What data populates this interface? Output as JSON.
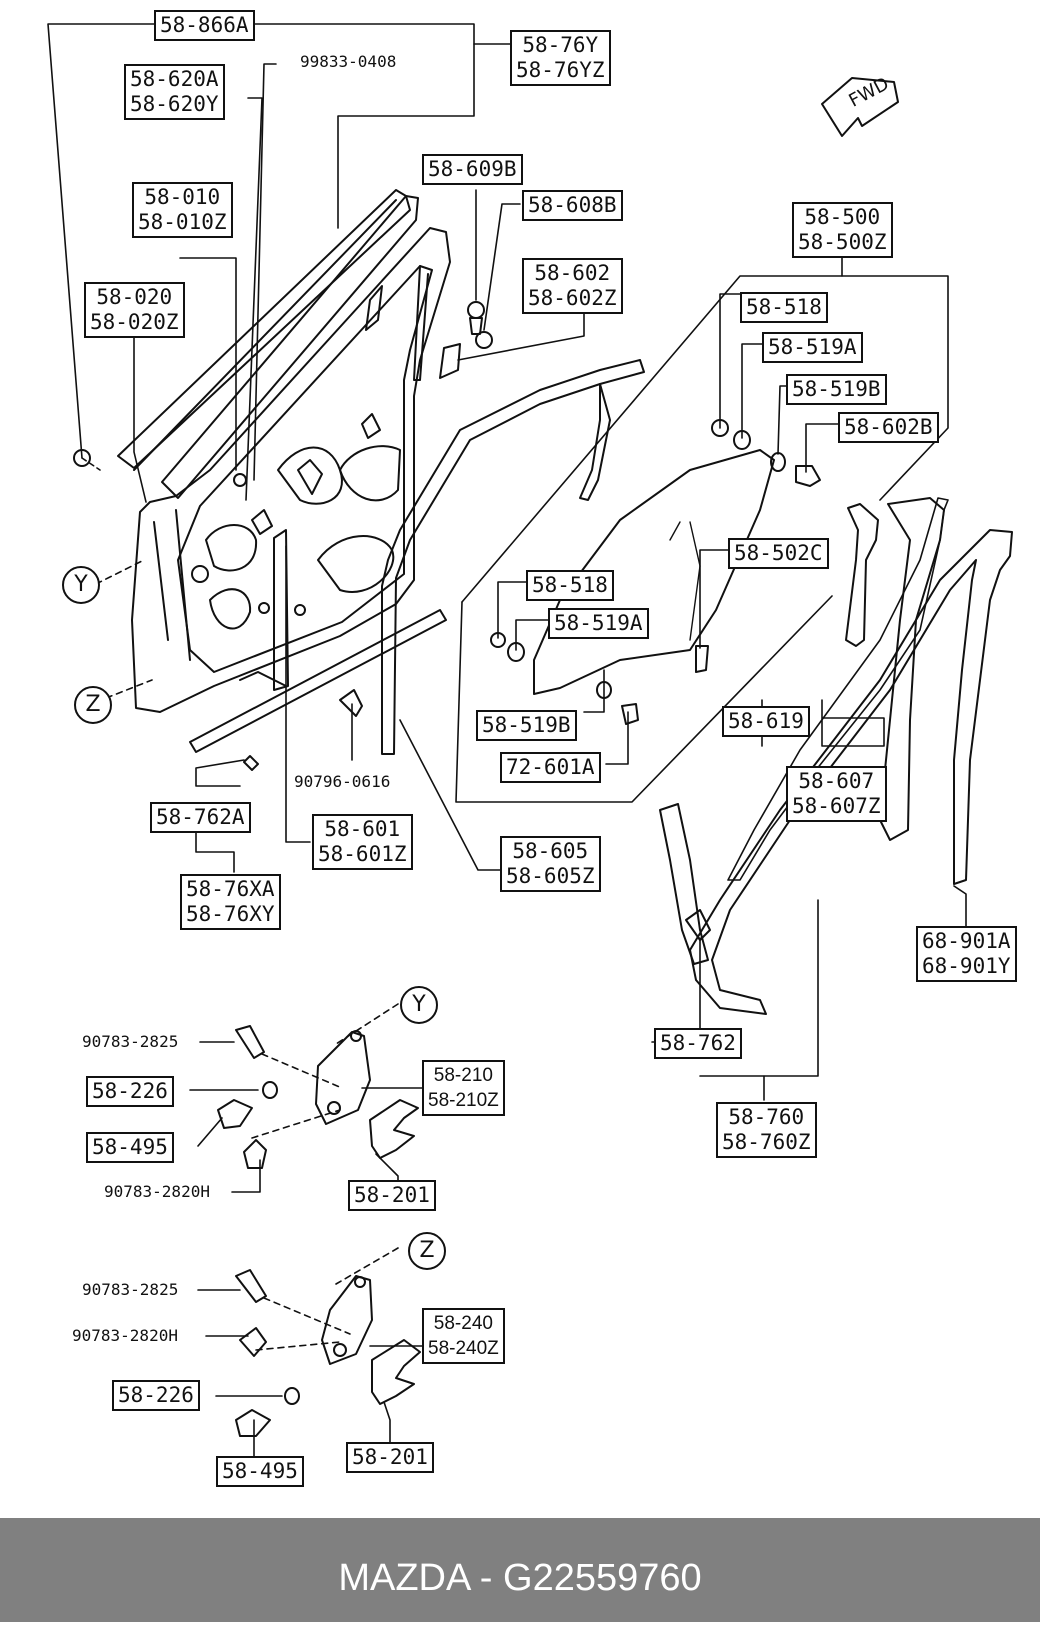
{
  "labels": [
    {
      "id": "58-866a",
      "lines": [
        "58-866A"
      ]
    },
    {
      "id": "58-76y",
      "lines": [
        "58-76Y",
        "58-76YZ"
      ]
    },
    {
      "id": "58-620a",
      "lines": [
        "58-620A",
        "58-620Y"
      ]
    },
    {
      "id": "58-010",
      "lines": [
        "58-010",
        "58-010Z"
      ]
    },
    {
      "id": "58-020",
      "lines": [
        "58-020",
        "58-020Z"
      ]
    },
    {
      "id": "58-609b",
      "lines": [
        "58-609B"
      ]
    },
    {
      "id": "58-608b",
      "lines": [
        "58-608B"
      ]
    },
    {
      "id": "58-602",
      "lines": [
        "58-602",
        "58-602Z"
      ]
    },
    {
      "id": "58-500",
      "lines": [
        "58-500",
        "58-500Z"
      ]
    },
    {
      "id": "58-518-top",
      "lines": [
        "58-518"
      ]
    },
    {
      "id": "58-519a-top",
      "lines": [
        "58-519A"
      ]
    },
    {
      "id": "58-519b-top",
      "lines": [
        "58-519B"
      ]
    },
    {
      "id": "58-602b",
      "lines": [
        "58-602B"
      ]
    },
    {
      "id": "58-502c",
      "lines": [
        "58-502C"
      ]
    },
    {
      "id": "58-518-mid",
      "lines": [
        "58-518"
      ]
    },
    {
      "id": "58-519a-mid",
      "lines": [
        "58-519A"
      ]
    },
    {
      "id": "58-519b-mid",
      "lines": [
        "58-519B"
      ]
    },
    {
      "id": "72-601a",
      "lines": [
        "72-601A"
      ]
    },
    {
      "id": "58-619",
      "lines": [
        "58-619"
      ]
    },
    {
      "id": "58-607",
      "lines": [
        "58-607",
        "58-607Z"
      ]
    },
    {
      "id": "58-762a",
      "lines": [
        "58-762A"
      ]
    },
    {
      "id": "58-601",
      "lines": [
        "58-601",
        "58-601Z"
      ]
    },
    {
      "id": "58-605",
      "lines": [
        "58-605",
        "58-605Z"
      ]
    },
    {
      "id": "58-76xa",
      "lines": [
        "58-76XA",
        "58-76XY"
      ]
    },
    {
      "id": "68-901a",
      "lines": [
        "68-901A",
        "68-901Y"
      ]
    },
    {
      "id": "58-762",
      "lines": [
        "58-762"
      ]
    },
    {
      "id": "58-760",
      "lines": [
        "58-760",
        "58-760Z"
      ]
    },
    {
      "id": "58-226-upper",
      "lines": [
        "58-226"
      ]
    },
    {
      "id": "58-495-upper",
      "lines": [
        "58-495"
      ]
    },
    {
      "id": "58-210",
      "lines": [
        "58-210",
        "58-210Z"
      ]
    },
    {
      "id": "58-201-upper",
      "lines": [
        "58-201"
      ]
    },
    {
      "id": "58-240",
      "lines": [
        "58-240",
        "58-240Z"
      ]
    },
    {
      "id": "58-226-lower",
      "lines": [
        "58-226"
      ]
    },
    {
      "id": "58-201-lower",
      "lines": [
        "58-201"
      ]
    },
    {
      "id": "58-495-lower",
      "lines": [
        "58-495"
      ]
    }
  ],
  "plain_labels": [
    {
      "id": "99833-0408",
      "text": "99833-0408"
    },
    {
      "id": "90796-0616",
      "text": "90796-0616"
    },
    {
      "id": "90783-2825-upper",
      "text": "90783-2825"
    },
    {
      "id": "90783-2820h-upper",
      "text": "90783-2820H"
    },
    {
      "id": "90783-2825-lower",
      "text": "90783-2825"
    },
    {
      "id": "90783-2820h-lower",
      "text": "90783-2820H"
    }
  ],
  "callouts": {
    "y_main": "Y",
    "z_main": "Z",
    "y_detail": "Y",
    "z_detail": "Z"
  },
  "direction_label": "FWD",
  "footer": {
    "brand": "MAZDA",
    "separator": " - ",
    "part_number": "G22559760"
  }
}
